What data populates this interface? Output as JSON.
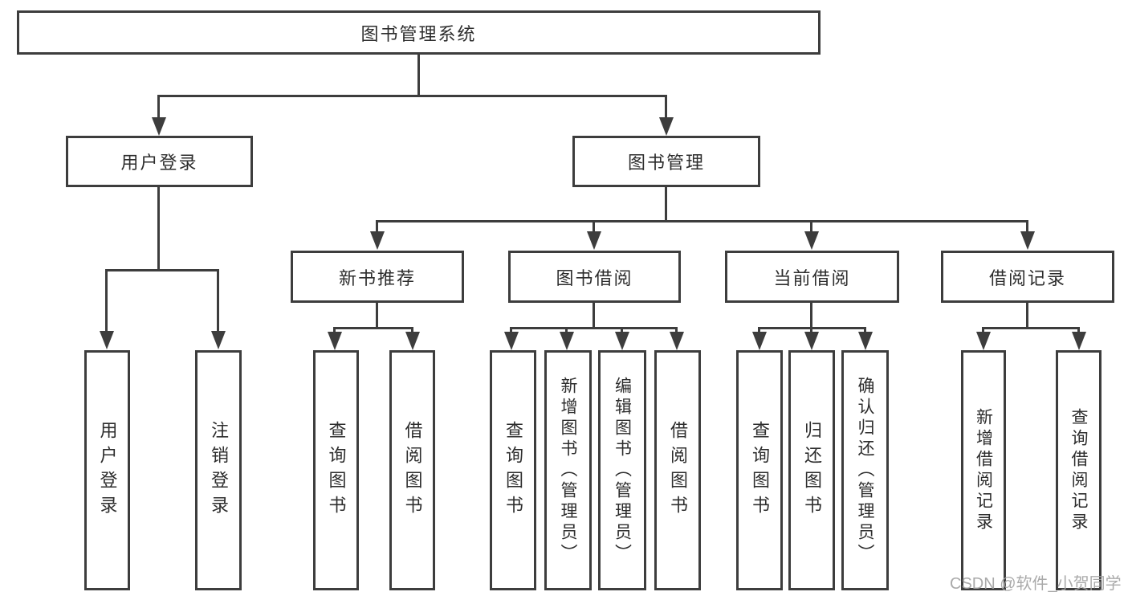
{
  "diagram": {
    "root": {
      "label": "图书管理系统"
    },
    "level2": [
      {
        "label": "用户登录"
      },
      {
        "label": "图书管理"
      }
    ],
    "level3": [
      {
        "label": "新书推荐"
      },
      {
        "label": "图书借阅"
      },
      {
        "label": "当前借阅"
      },
      {
        "label": "借阅记录"
      }
    ],
    "leaves": [
      {
        "label": "用户登录"
      },
      {
        "label": "注销登录"
      },
      {
        "label": "查询图书"
      },
      {
        "label": "借阅图书"
      },
      {
        "label": "查询图书"
      },
      {
        "label": "新增图书（管理员）"
      },
      {
        "label": "编辑图书（管理员）"
      },
      {
        "label": "借阅图书"
      },
      {
        "label": "查询图书"
      },
      {
        "label": "归还图书"
      },
      {
        "label": "确认归还（管理员）"
      },
      {
        "label": "新增借阅记录"
      },
      {
        "label": "查询借阅记录"
      }
    ]
  },
  "watermark": {
    "text": "CSDN @软件_小贺同学"
  },
  "colors": {
    "line": "#3d3d3d",
    "box_border": "#3d3d3d",
    "text": "#2d2d2d",
    "background": "#ffffff",
    "watermark": "#a3a3a3"
  }
}
